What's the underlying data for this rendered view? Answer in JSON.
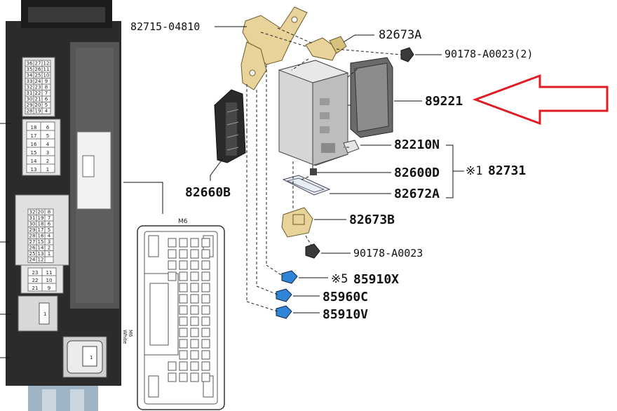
{
  "parts": {
    "bracket_top": "82715-04810",
    "bracket_right": "82673A",
    "clip_2": "90178-A0023(2)",
    "ecu": "89221",
    "relay": "82210N",
    "fuse_holder": "82600D",
    "cover": "82672A",
    "group_mark": "※1",
    "group_number": "82731",
    "connector_block": "82660B",
    "bracket_lower": "82673B",
    "clip_1": "90178-A0023",
    "relay_x_mark": "※5",
    "relay_x": "85910X",
    "relay_c": "85960C",
    "relay_v": "85910V"
  },
  "connector": {
    "name": "M6",
    "side_name": "M6",
    "side_color": "White"
  },
  "fuse_grid": {
    "top_rows": [
      [
        "36",
        "27",
        "12"
      ],
      [
        "35",
        "26",
        "11"
      ],
      [
        "34",
        "25",
        "10"
      ],
      [
        "33",
        "24",
        "9"
      ],
      [
        "32",
        "23",
        "8"
      ],
      [
        "31",
        "22",
        "7"
      ],
      [
        "30",
        "21",
        "6"
      ],
      [
        "29",
        "20",
        "5"
      ],
      [
        "28",
        "19",
        "4"
      ]
    ],
    "mid_rows": [
      [
        "18",
        "6"
      ],
      [
        "17",
        "5"
      ],
      [
        "16",
        "4"
      ],
      [
        "15",
        "3"
      ],
      [
        "14",
        "2"
      ],
      [
        "13",
        "1"
      ]
    ],
    "low_rows": [
      [
        "32",
        "20",
        "8"
      ],
      [
        "31",
        "19",
        "7"
      ],
      [
        "30",
        "18",
        "6"
      ],
      [
        "29",
        "17",
        "5"
      ],
      [
        "28",
        "16",
        "4"
      ],
      [
        "27",
        "15",
        "3"
      ],
      [
        "26",
        "14",
        "2"
      ],
      [
        "25",
        "13",
        "1"
      ],
      [
        "24",
        "12",
        ""
      ]
    ],
    "bottom_rows": [
      [
        "23",
        "11"
      ],
      [
        "22",
        "10"
      ],
      [
        "21",
        "9"
      ]
    ],
    "small_label": "1"
  },
  "colors": {
    "arrow": "#e01c24",
    "bracket": "#e8d49a",
    "relay_blue": "#2f86d6",
    "panel_dark": "#2b2b2b"
  }
}
